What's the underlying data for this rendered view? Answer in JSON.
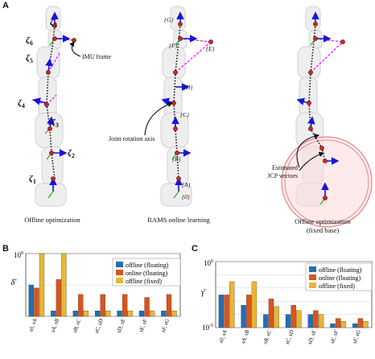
{
  "panelA": {
    "letter": "A",
    "captions": [
      "Offline optimization",
      "RAMS online learning",
      "Offline optimization",
      "(fixed base)"
    ],
    "callouts": {
      "imu": "IMU frame",
      "joint_axis": "Joint rotation axis",
      "jcp_1": "Estimated",
      "jcp_2": "JCP vectors"
    },
    "zeta_labels": [
      "ζ7",
      "ζ6",
      "ζ5",
      "ζ4",
      "ζ3",
      "ζ2",
      "ζ1"
    ],
    "frame_labels": [
      "{G}",
      "{F}",
      "{E}",
      "{D}",
      "{C}",
      "{B}",
      "{A}",
      "{0}"
    ]
  },
  "colors": {
    "floating_offline": "#1f6fb5",
    "floating_online": "#d9541e",
    "fixed_offline": "#e8b631",
    "link_pink": "#ff00ff",
    "joint_red": "#e0201c",
    "axis_blue": "#1515e0",
    "axis_green": "#20b020"
  },
  "chart_data": [
    {
      "panel": "B",
      "type": "bar",
      "ylabel": "δ̄",
      "ytick_top": "10",
      "ytick_top_exp": "0",
      "categories": [
        "s0, sA",
        "sA, sB",
        "sB, sC",
        "sC, sD",
        "sD, sE",
        "sE, sF",
        "sF, sG"
      ],
      "series": [
        {
          "name": "offline (floating)",
          "values": [
            0.1,
            0.015,
            0.015,
            0.015,
            0.015,
            0.015,
            0.015
          ]
        },
        {
          "name": "online (floating)",
          "values": [
            0.08,
            0.15,
            0.05,
            0.05,
            0.05,
            0.04,
            0.05
          ]
        },
        {
          "name": "offline (fixed)",
          "values": [
            1.0,
            1.0,
            0.015,
            0.015,
            0.015,
            0.015,
            0.015
          ]
        }
      ],
      "ylim": [
        0.01,
        1
      ],
      "log_y": true,
      "legend": "top-right",
      "grid": "horizontal"
    },
    {
      "panel": "C",
      "type": "bar",
      "ylabel": "γ̄",
      "ytick_top": "10",
      "ytick_top_exp": "0",
      "ytick_bottom": "10",
      "ytick_bottom_exp": "-5",
      "categories": [
        "s0, sA",
        "sA, sB",
        "sB, sC",
        "sC, sD",
        "sD, sE",
        "sE, sF",
        "sF, sG"
      ],
      "series": [
        {
          "name": "offline (floating)",
          "values": [
            0.003,
            0.0005,
            0.0001,
            0.0001,
            0.0001,
            2e-05,
            2e-05
          ]
        },
        {
          "name": "online (floating)",
          "values": [
            0.003,
            0.003,
            0.0015,
            0.0005,
            0.0002,
            5e-05,
            5e-05
          ]
        },
        {
          "name": "offline (fixed)",
          "values": [
            0.03,
            0.03,
            0.0004,
            0.0002,
            0.0001,
            3e-05,
            3e-05
          ]
        }
      ],
      "ylim": [
        1e-05,
        1
      ],
      "log_y": true,
      "legend": "top-right",
      "grid": "horizontal"
    }
  ]
}
